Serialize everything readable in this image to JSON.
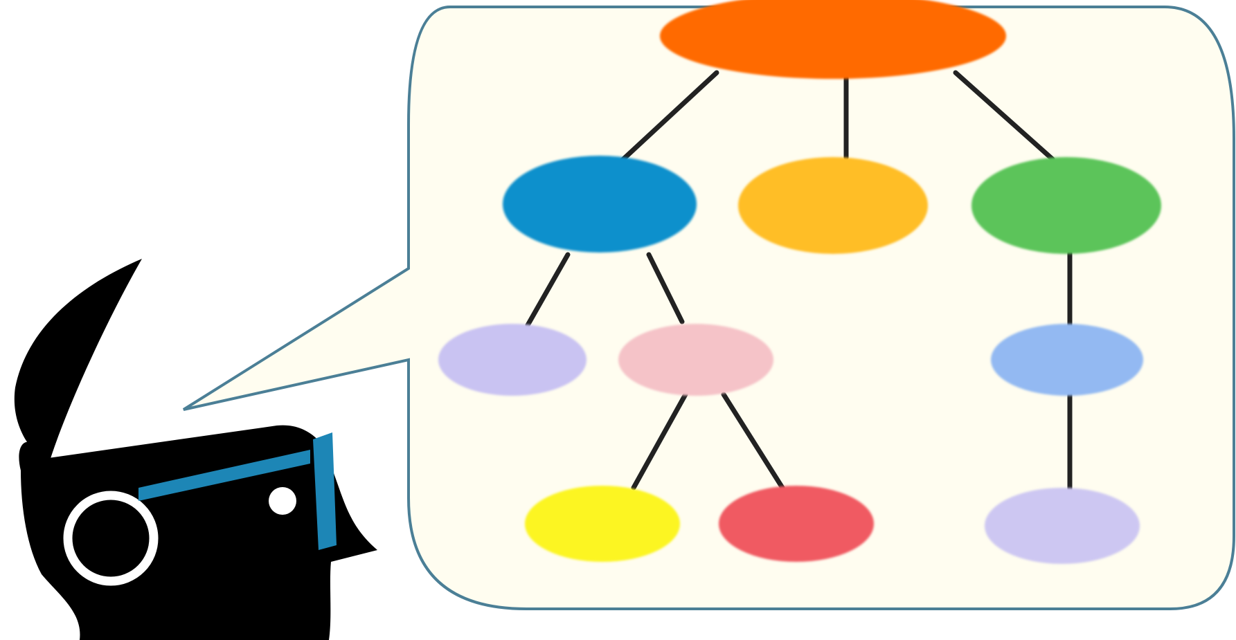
{
  "diagram": {
    "type": "tree",
    "colors": {
      "background": "#ffffff",
      "bubble_fill": "#fffdf0",
      "bubble_stroke": "#4b7f96",
      "edge": "#222222",
      "figure": "#000000",
      "visor": "#1d86b6",
      "eye": "#ffffff"
    },
    "nodes": [
      {
        "id": "root",
        "color": "#ff6a00",
        "parent": null
      },
      {
        "id": "blue",
        "color": "#1190cc",
        "parent": "root"
      },
      {
        "id": "orange",
        "color": "#ffbe28",
        "parent": "root"
      },
      {
        "id": "green",
        "color": "#5cc45a",
        "parent": "root"
      },
      {
        "id": "lavender-left",
        "color": "#c9c3f2",
        "parent": "blue"
      },
      {
        "id": "pink",
        "color": "#f5c3c8",
        "parent": "blue"
      },
      {
        "id": "lightblue",
        "color": "#93b9f2",
        "parent": "green"
      },
      {
        "id": "yellow",
        "color": "#fcf524",
        "parent": "pink"
      },
      {
        "id": "red",
        "color": "#f05a62",
        "parent": "pink"
      },
      {
        "id": "lavender-right",
        "color": "#cdc7f2",
        "parent": "lightblue"
      }
    ]
  }
}
